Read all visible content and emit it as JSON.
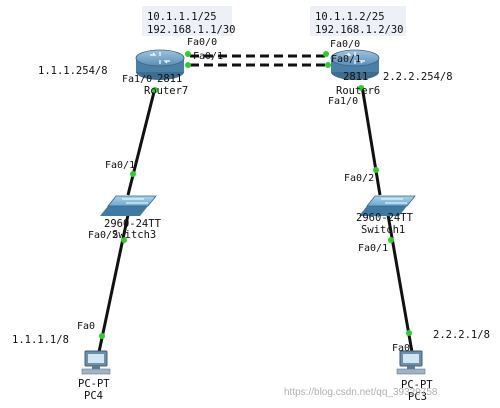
{
  "routers": {
    "left": {
      "label1": "Router7",
      "model": "2811",
      "ip1": "10.1.1.1/25",
      "ip2": "192.168.1.1/30",
      "lan_ip": "1.1.1.254/8",
      "port_down": "Fa1/0",
      "port_top": "Fa0/0",
      "port_mid": "Fa0/1"
    },
    "right": {
      "label1": "Router6",
      "model": "2811",
      "ip1": "10.1.1.2/25",
      "ip2": "192.168.1.2/30",
      "lan_ip": "2.2.2.254/8",
      "port_down": "Fa1/0",
      "port_top": "Fa0/0",
      "port_mid": "Fa0/1"
    }
  },
  "switches": {
    "left": {
      "model": "2960-24TT",
      "name": "Switch3",
      "port_up": "Fa0/1",
      "port_down": "Fa0/2"
    },
    "right": {
      "model": "2960-24TT",
      "name": "Switch1",
      "port_up": "Fa0/2",
      "port_down": "Fa0/1"
    }
  },
  "pcs": {
    "left": {
      "type": "PC-PT",
      "name": "PC4",
      "port": "Fa0",
      "ip": "1.1.1.1/8"
    },
    "right": {
      "type": "PC-PT",
      "name": "PC3",
      "port": "Fa0",
      "ip": "2.2.2.1/8"
    }
  },
  "watermark": "https://blog.csdn.net/qq_39329758",
  "colors": {
    "link": "#111111",
    "port_dot": "#27d227",
    "router_body": "#4a7fa6",
    "switch_body": "#5a9bc4",
    "ip_bg": "#eef0f8"
  }
}
